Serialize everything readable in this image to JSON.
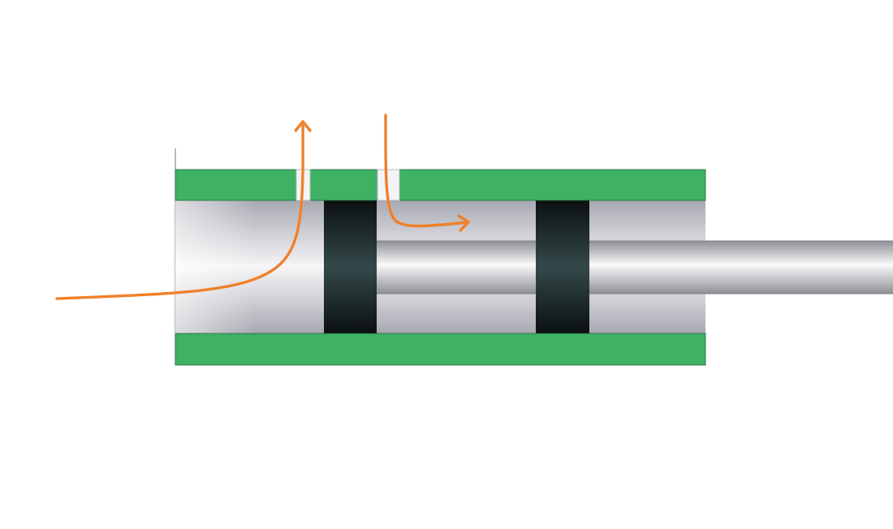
{
  "colors": {
    "background": "#ffffff",
    "housing": "#3eb163",
    "housing_edge": "#1f6a3a",
    "bore_dark": "#a8a8b2",
    "bore_light": "#f6f6f8",
    "seal_dark": "#0b1010",
    "seal_mid": "#34484a",
    "rod_dark": "#8e8e96",
    "rod_light": "#fafafa",
    "flow_arrow": "#f0802a"
  },
  "components": [
    "housing-top-wall",
    "housing-bottom-wall",
    "cylinder-bore",
    "exhaust-port",
    "supply-port",
    "spool-land",
    "spool-stem",
    "rod"
  ],
  "flow": {
    "inlet_to_exhaust": "arrow",
    "supply_to_chamber": "arrow"
  }
}
